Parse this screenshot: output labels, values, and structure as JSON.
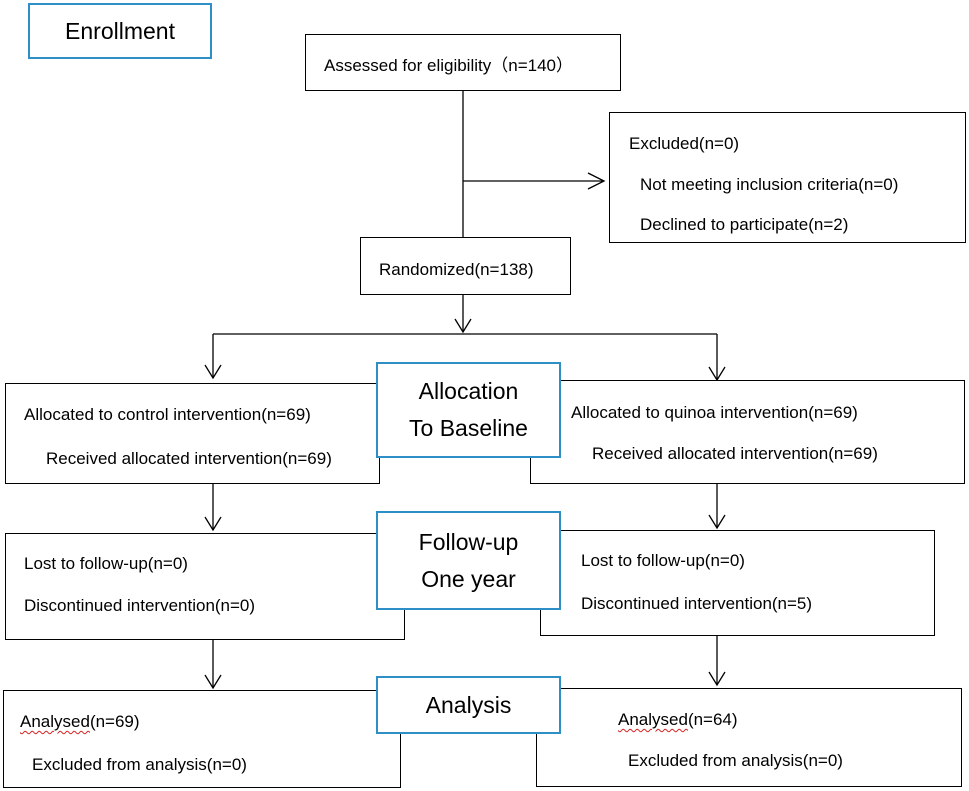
{
  "stages": {
    "enrollment": "Enrollment",
    "allocation": [
      "Allocation",
      "To Baseline"
    ],
    "followup": [
      "Follow-up",
      "One year"
    ],
    "analysis": "Analysis"
  },
  "enrollment": {
    "assessed": "Assessed for eligibility（n=140）",
    "excluded": {
      "title": "Excluded(n=0)",
      "not_meeting": "Not meeting inclusion criteria(n=0)",
      "declined": "Declined to participate(n=2)"
    },
    "randomized": "Randomized(n=138)"
  },
  "allocation": {
    "control": {
      "allocated": "Allocated to control intervention(n=69)",
      "received": "Received allocated intervention(n=69)"
    },
    "quinoa": {
      "allocated": "Allocated to quinoa intervention(n=69)",
      "received": "Received allocated intervention(n=69)"
    }
  },
  "followup": {
    "control": {
      "lost": "Lost to follow-up(n=0)",
      "discontinued": "Discontinued intervention(n=0)"
    },
    "quinoa": {
      "lost": "Lost to follow-up(n=0)",
      "discontinued": "Discontinued intervention(n=5)"
    }
  },
  "analysis": {
    "control": {
      "analysed_word": "Analysed",
      "analysed_count": "(n=69)",
      "excluded": "Excluded from analysis(n=0)"
    },
    "quinoa": {
      "analysed_word": "Analysed",
      "analysed_count": "(n=64)",
      "excluded": "Excluded from analysis(n=0)"
    }
  },
  "colors": {
    "stage_border": "#2e8fc6",
    "line": "#000000",
    "spellcheck_underline": "#d82020"
  }
}
